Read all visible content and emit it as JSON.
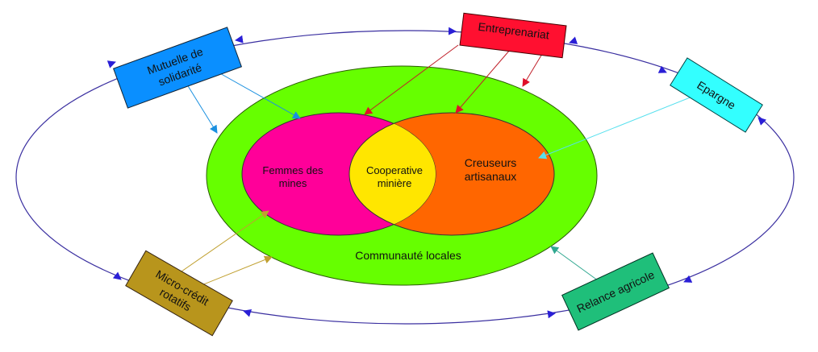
{
  "diagram": {
    "community": {
      "label": "Communauté locales",
      "color": "#66ff00"
    },
    "women": {
      "label_lines": [
        "Femmes des",
        "mines"
      ],
      "color": "#ff0099"
    },
    "diggers": {
      "label_lines": [
        "Creuseurs",
        "artisanaux"
      ],
      "color": "#ff6600"
    },
    "cooperative": {
      "label_lines": [
        "Cooperative",
        "minière"
      ],
      "color": "#ffe600"
    },
    "boxes": {
      "mutuelle": {
        "label_lines": [
          "Mutuelle de",
          "solidarité"
        ],
        "color": "#0a8fff"
      },
      "entreprenariat": {
        "label_lines": [
          "Entreprenariat"
        ],
        "color": "#ff1030"
      },
      "epargne": {
        "label_lines": [
          "Epargne"
        ],
        "color": "#33ffff"
      },
      "microcredit": {
        "label_lines": [
          "Micro-crédit",
          "rotatifs"
        ],
        "color": "#b8951c"
      },
      "relance": {
        "label_lines": [
          "Relance agricole"
        ],
        "color": "#1fbf7a"
      }
    },
    "cycle_color": "#2a1fd6"
  }
}
